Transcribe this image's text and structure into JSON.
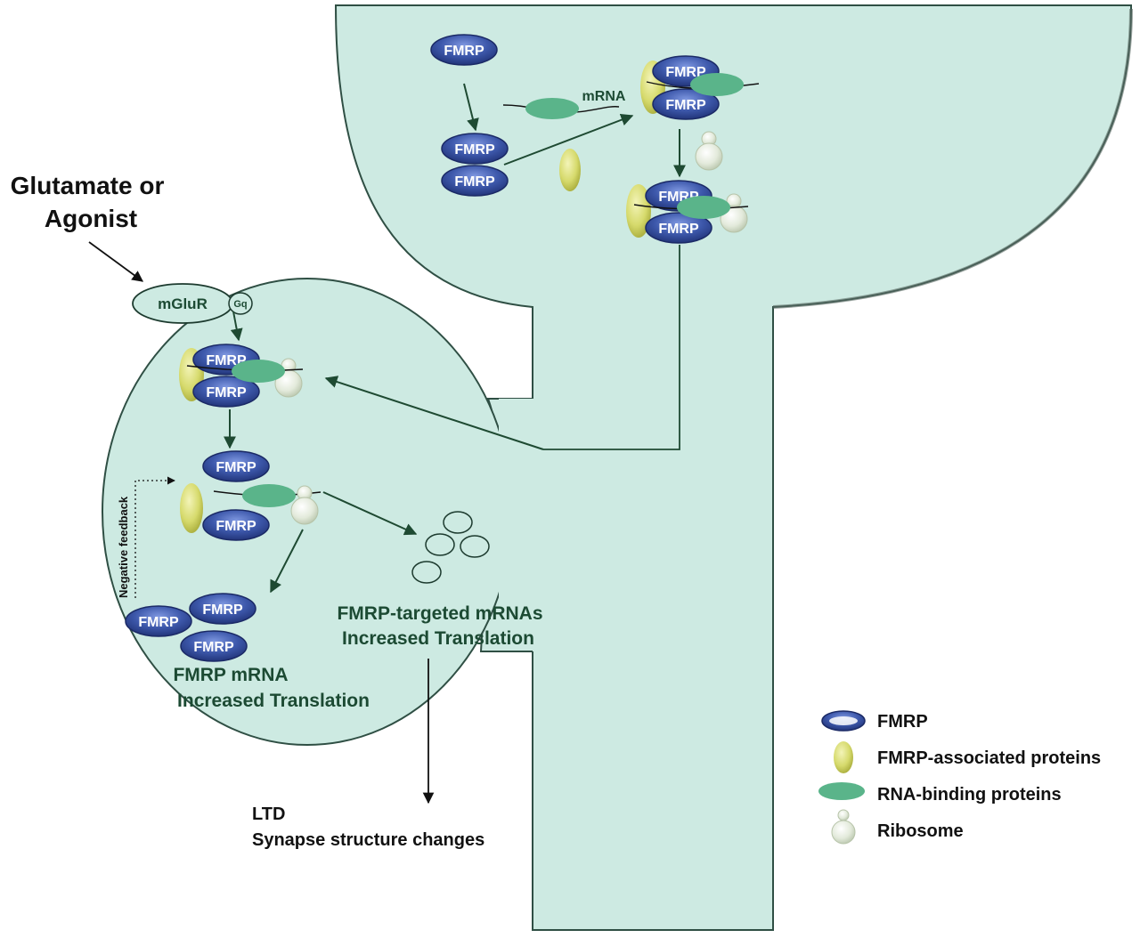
{
  "labels": {
    "stimulus_line1": "Glutamate or",
    "stimulus_line2": "Agonist",
    "receptor": "mGluR",
    "gq": "Gq",
    "mrna": "mRNA",
    "fmrp": "FMRP",
    "negative_feedback": "Negative feedback",
    "targeted_line1": "FMRP-targeted mRNAs",
    "targeted_line2": "Increased Translation",
    "fmrp_mrna_line1": "FMRP mRNA",
    "fmrp_mrna_line2": "Increased Translation",
    "outcome_line1": "LTD",
    "outcome_line2": "Synapse structure changes"
  },
  "legend": [
    {
      "icon": "fmrp-icon",
      "label": "FMRP"
    },
    {
      "icon": "fmrp-associated-protein-icon",
      "label": "FMRP-associated proteins"
    },
    {
      "icon": "rna-binding-protein-icon",
      "label": "RNA-binding proteins"
    },
    {
      "icon": "ribosome-icon",
      "label": "Ribosome"
    }
  ],
  "colors": {
    "cell_fill": "#cdeae2",
    "cell_outline": "#2f4f44",
    "fmrp_fill": "#3a56a8",
    "fmrp_highlight": "#6b86d6",
    "associated_protein": "#d4d86a",
    "rna_binding_protein": "#5ab48a",
    "ribosome": "#e6eddc",
    "arrow_dark_green": "#1e4a32",
    "text_green": "#1c4a33"
  }
}
